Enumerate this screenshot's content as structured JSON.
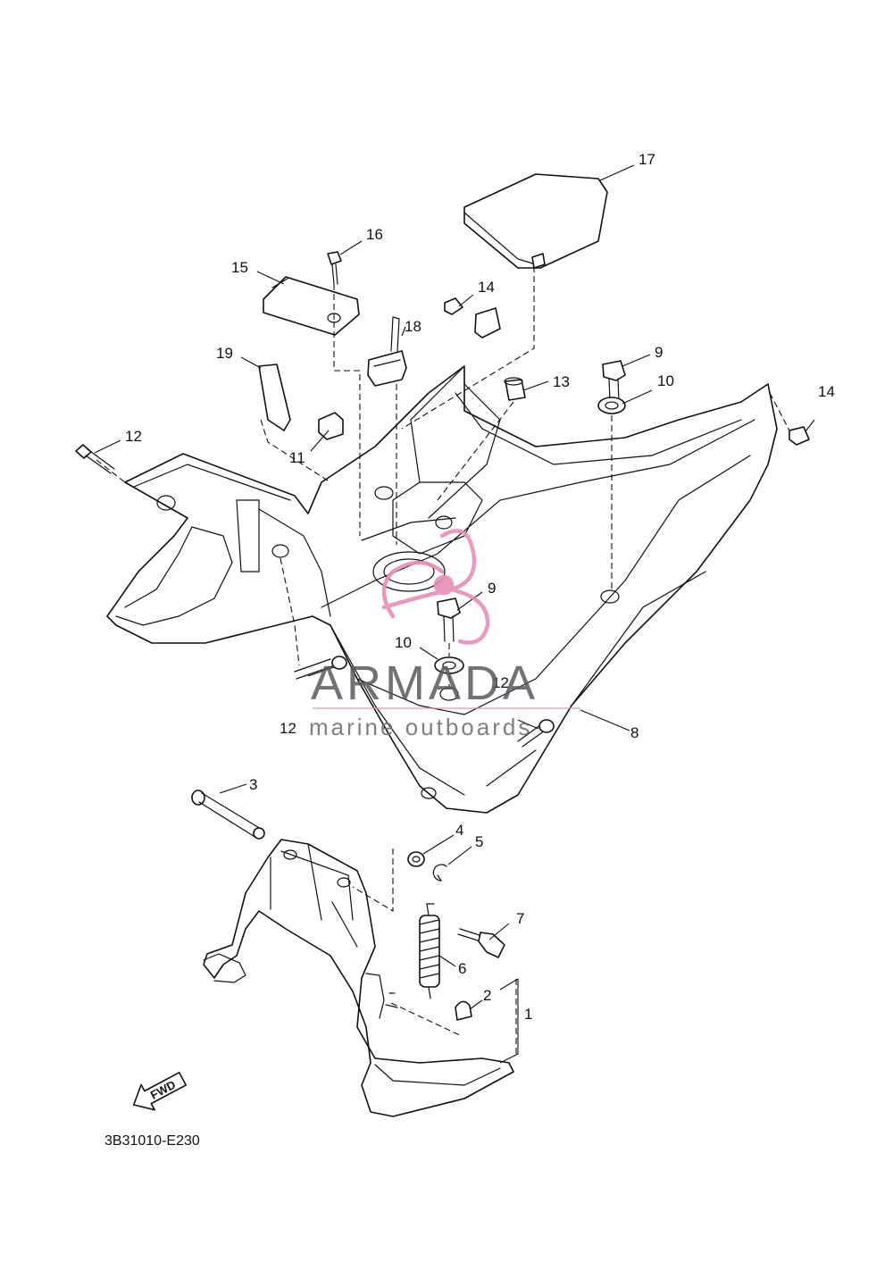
{
  "diagram": {
    "part_numbers": [
      "1",
      "2",
      "3",
      "4",
      "5",
      "6",
      "7",
      "8",
      "9",
      "9",
      "10",
      "10",
      "11",
      "12",
      "12",
      "12",
      "13",
      "14",
      "14",
      "15",
      "16",
      "17",
      "18",
      "19"
    ],
    "drawing_code": "3B31010-E230",
    "direction_badge": "FWD"
  },
  "watermark": {
    "brand": "ARMADA",
    "tagline": "marine outboards",
    "color": "#e58fb8"
  }
}
